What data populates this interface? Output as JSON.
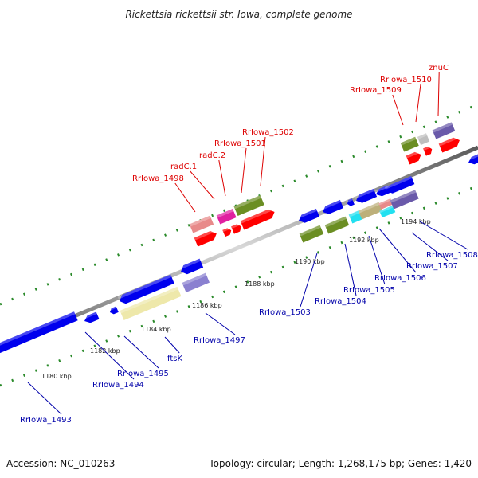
{
  "title": "Rickettsia rickettsii str. Iowa, complete genome",
  "footer": {
    "accession": "Accession: NC_010263",
    "topology": "Topology: circular; Length: 1,268,175 bp; Genes: 1,420"
  },
  "colors": {
    "forward_label": "#dd0000",
    "reverse_label": "#0000aa",
    "dot_track": "#2a8a2a",
    "backbone": "#8c8c8c",
    "forward_gene": "#ff0000",
    "reverse_gene": "#0000ee",
    "olive": "#6b8e23",
    "pink": "#e88a8a",
    "magenta": "#e020a0",
    "purple": "#6a5aaa",
    "lavender": "#8a80d0",
    "khaki": "#eee8aa",
    "tan": "#bdb07a",
    "cyan": "#22e0f0",
    "gray": "#bfbfbf"
  },
  "ticks": [
    "1180 kbp",
    "1182 kbp",
    "1184 kbp",
    "1186 kbp",
    "1188 kbp",
    "1190 kbp",
    "1192 kbp",
    "1194 kbp"
  ],
  "forward_labels": [
    "RrIowa_1498",
    "radC.1",
    "radC.2",
    "RrIowa_1501",
    "RrIowa_1502",
    "RrIowa_1509",
    "RrIowa_1510",
    "znuC"
  ],
  "reverse_labels": [
    "RrIowa_1493",
    "RrIowa_1494",
    "RrIowa_1495",
    "ftsK",
    "RrIowa_1497",
    "RrIowa_1503",
    "RrIowa_1504",
    "RrIowa_1505",
    "RrIowa_1506",
    "RrIowa_1507",
    "RrIowa_1508"
  ]
}
